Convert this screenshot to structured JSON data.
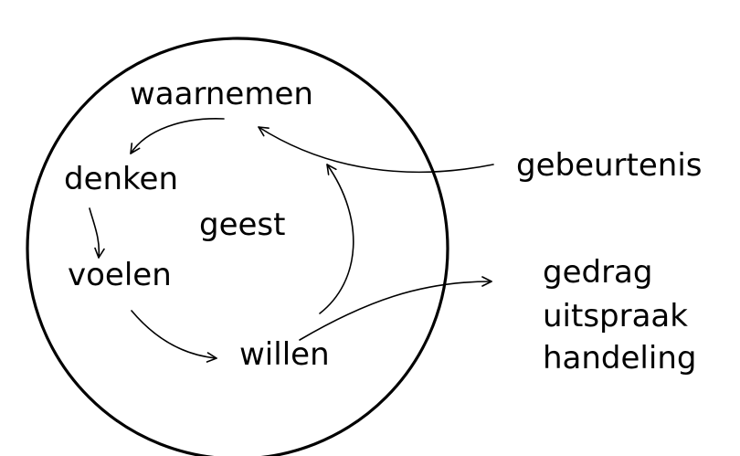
{
  "diagram": {
    "center_label": "geest",
    "nodes": {
      "waarnemen": "waarnemen",
      "denken": "denken",
      "voelen": "voelen",
      "willen": "willen"
    },
    "input_label": "gebeurtenis",
    "output_labels": [
      "gedrag",
      "uitspraak",
      "handeling"
    ],
    "stroke_color": "#000000",
    "background_color": "#ffffff"
  }
}
